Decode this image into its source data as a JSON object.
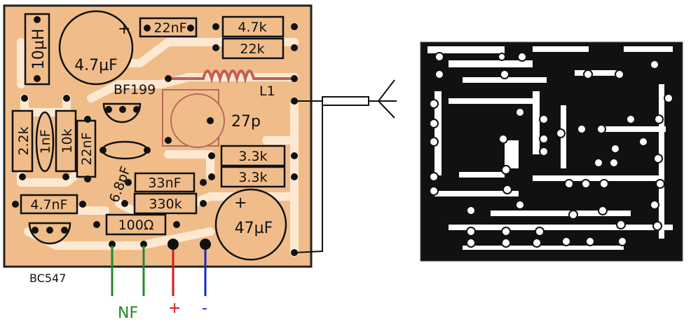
{
  "components": {
    "inductor_10uh": "10µH",
    "cap_4_7uf": "4.7µF",
    "cap_22nf_top": "22nF",
    "res_4_7k": "4.7k",
    "res_22k": "22k",
    "transistor_bf199": "BF199",
    "coil_l1": "L1",
    "trimmer_27p": "27p",
    "res_2_2k": "2.2k",
    "cap_1nf": "1nF",
    "res_10k": "10k",
    "cap_22nf_side": "22nF",
    "cap_6_8pf": "6.8pF",
    "res_3_3k_a": "3.3k",
    "res_3_3k_b": "3.3k",
    "cap_33nf": "33nF",
    "cap_4_7nf": "4.7nF",
    "res_330k": "330k",
    "res_100ohm": "100Ω",
    "cap_47uf": "47µF",
    "transistor_bc547": "BC547",
    "plus_sign": "+"
  },
  "wire_labels": {
    "nf": "NF",
    "plus": "+",
    "minus": "-"
  },
  "colors": {
    "board": "#f0bd8a",
    "traces": "#fde9d2",
    "copper": "#111111",
    "coil": "#c0605a",
    "nf_wire": "#1f8a2a",
    "plus_wire": "#d41818",
    "minus_wire": "#1a2cc0"
  }
}
